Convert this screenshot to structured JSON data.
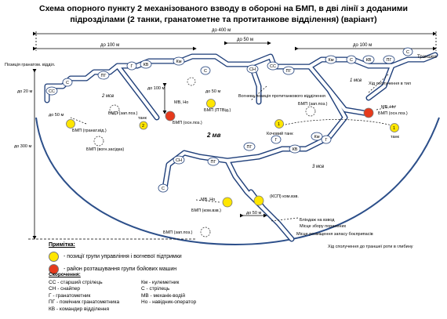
{
  "title": "Схема опорного пункту 2 механізованого взводу в обороні на БМП, в дві лінії з доданими підрозділами (2 танки, гранатометне та протитанкове відділення) (варіант)",
  "dimensions": {
    "top_total": "до 400 м",
    "left_100": "до 100 м",
    "mid_50": "до 50 м",
    "right_100": "до 100 м",
    "left_height": "до 300 м",
    "left_side_20": "до 20 м",
    "left_bmp_50": "до 50 м",
    "center_100": "до 100 м",
    "center_bmp_50": "до 50 м",
    "bottom_50": "до 50 м"
  },
  "labels": {
    "trench": "Траншея",
    "grenade_position": "Позиція гранатом. відділ.",
    "passage_1": "Хід сполучення в тил",
    "fire_position": "Вогнева позиція протитанкового відділення",
    "squad_2": "2 мсв",
    "squad_1": "1 мсв",
    "squad_3": "3 мсв",
    "squad_2_center": "2 мв",
    "mv_no_1": "МВ, Но",
    "bmp_osn_1": "БМП (осн.поз.)",
    "bmp_ptvid": "БМП (ПТВід.)",
    "bmp_zap_1": "БМП (зап.поз.)",
    "mv_no_2": "МВ, Но",
    "bmp_osn_2": "БМП (осн.поз.)",
    "bmp_granat": "БМП (гранат.від.)",
    "bmp_vogn": "БМП (вогн.засідка)",
    "bmp_zap_2": "БМП (зап.поз.)",
    "tank_1": "танк",
    "tank_2": "танк",
    "tank_nomad": "Кочовий танк",
    "mv_no_3": "МВ, Но",
    "bmp_kom": "БМП (ком.взв.)",
    "ksp": "(КСП) ком.взв.",
    "bmp_zap_3": "БМП (зап.поз.)",
    "bunker": "Бліндаж на взвод",
    "collection": "Місце збору поранених",
    "ammo_place": "Місце розміщення запасу боєприпасів",
    "passage_2": "Хід сполучення до траншеї роти в глибину",
    "num_1": "1",
    "num_2": "2"
  },
  "trench_tags": {
    "ss1": "СС",
    "s1": "С",
    "pg1": "ПГ",
    "kv1": "КВ",
    "km1": "Км",
    "g1": "Г",
    "s2": "С",
    "sn1": "СН",
    "ss2": "СС",
    "pg2": "ПГ",
    "km2": "Км",
    "kv2": "КВ",
    "pg3": "ПГ",
    "s3": "С",
    "s4": "С",
    "pg4": "ПГ",
    "g2": "Г",
    "kv3": "КВ",
    "km3": "Км",
    "g3": "Г",
    "sn2": "СН",
    "pg5": "ПГ",
    "s5": "С"
  },
  "legend": {
    "title": "Примітка:",
    "yellow": "- позиції групи управління і вогневої підтримки",
    "red": "- район розташування групи бойових машин"
  },
  "abbreviations": {
    "title": "Скорочення:",
    "left": [
      "СС - старший стрілець",
      "СН - снайпер",
      "Г - гранатометник",
      "ПГ - помічник гранатометника",
      "КВ - командир відділення"
    ],
    "right": [
      "Км - кулеметник",
      "С - стрілець",
      "МВ - механік-водій",
      "Но - навідник-оператор"
    ]
  },
  "colors": {
    "yellow": "#ffe600",
    "red": "#e63a1c",
    "trench": "#1f3f7a",
    "arc": "#2c4f8a"
  }
}
